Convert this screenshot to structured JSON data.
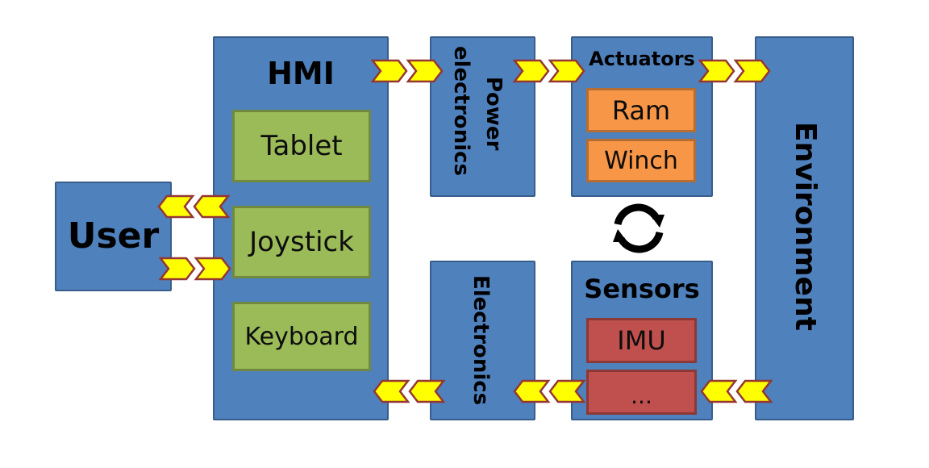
{
  "colors": {
    "block_blue": "#4f81bd",
    "block_border": "#385d8a",
    "input_device_green": "#9bbb59",
    "actuator_orange": "#f79646",
    "sensor_red": "#c0504d",
    "arrow_fill": "#ffff00",
    "arrow_border": "#943634"
  },
  "blocks": {
    "user": {
      "label": "User"
    },
    "hmi": {
      "label": "HMI",
      "devices": [
        "Tablet",
        "Joystick",
        "Keyboard"
      ]
    },
    "power_electronics": {
      "label_line1": "Power",
      "label_line2": "electronics"
    },
    "actuators": {
      "label": "Actuators",
      "items": [
        "Ram",
        "Winch"
      ]
    },
    "electronics": {
      "label": "Electronics"
    },
    "sensors": {
      "label": "Sensors",
      "items": [
        "IMU",
        "..."
      ]
    },
    "environment": {
      "label": "Environment"
    }
  },
  "connections": [
    {
      "from": "HMI",
      "to": "User",
      "direction": "left"
    },
    {
      "from": "User",
      "to": "HMI",
      "direction": "right"
    },
    {
      "from": "HMI",
      "to": "Power electronics",
      "direction": "right"
    },
    {
      "from": "Power electronics",
      "to": "Actuators",
      "direction": "right"
    },
    {
      "from": "Actuators",
      "to": "Environment",
      "direction": "right"
    },
    {
      "from": "Environment",
      "to": "Sensors",
      "direction": "left"
    },
    {
      "from": "Sensors",
      "to": "Electronics",
      "direction": "left"
    },
    {
      "from": "Electronics",
      "to": "HMI",
      "direction": "left"
    }
  ],
  "cycle_icon": "refresh-cycle-icon"
}
